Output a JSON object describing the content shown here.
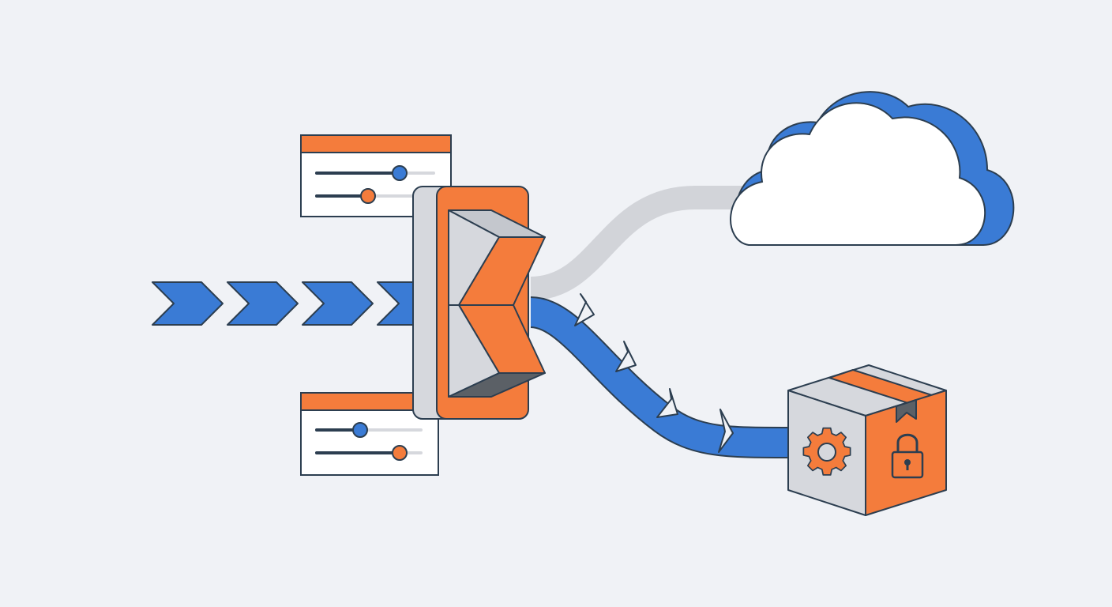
{
  "colors": {
    "background": "#f0f2f6",
    "blue": "#3a7bd5",
    "orange": "#f47c3c",
    "outline": "#2c3e50",
    "gray_light": "#d6d8dd",
    "gray_mid": "#c4c7cd",
    "gray_dark": "#5b6066",
    "white": "#ffffff"
  },
  "diagram": {
    "nodes": [
      {
        "id": "settings-panel-top",
        "icon": "sliders-panel-icon"
      },
      {
        "id": "settings-panel-bottom",
        "icon": "sliders-panel-icon"
      },
      {
        "id": "switch",
        "icon": "routing-switch-icon"
      },
      {
        "id": "cloud",
        "icon": "cloud-icon"
      },
      {
        "id": "package",
        "icon": "package-box-icon"
      },
      {
        "id": "gear",
        "icon": "gear-icon"
      },
      {
        "id": "lock",
        "icon": "lock-icon"
      }
    ],
    "flows": [
      {
        "id": "input-flow",
        "from": "left",
        "to": "switch",
        "style": "chevron-arrows",
        "active": true
      },
      {
        "id": "cloud-path",
        "from": "switch",
        "to": "cloud",
        "style": "inactive-route",
        "active": false
      },
      {
        "id": "package-flow",
        "from": "switch",
        "to": "package",
        "style": "chevron-arrows",
        "active": true
      }
    ]
  }
}
